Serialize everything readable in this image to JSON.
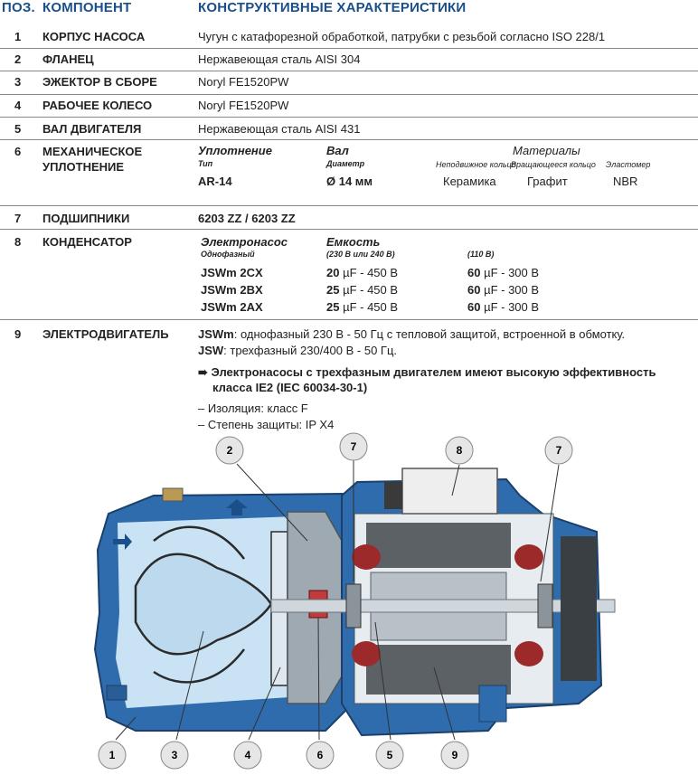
{
  "header": {
    "pos": "ПОЗ.",
    "component": "КОМПОНЕНТ",
    "characteristics": "КОНСТРУКТИВНЫЕ ХАРАКТЕРИСТИКИ"
  },
  "rows": [
    {
      "num": "1",
      "component": "КОРПУС НАСОСА",
      "desc": "Чугун с катафорезной обработкой, патрубки с резьбой согласно ISO 228/1"
    },
    {
      "num": "2",
      "component": "ФЛАНЕЦ",
      "desc": "Нержавеющая сталь AISI 304"
    },
    {
      "num": "3",
      "component": "ЭЖЕКТОР В СБОРЕ",
      "desc": "Noryl FE1520PW"
    },
    {
      "num": "4",
      "component": "РАБОЧЕЕ КОЛЕСО",
      "desc": "Noryl FE1520PW"
    },
    {
      "num": "5",
      "component": "ВАЛ ДВИГАТЕЛЯ",
      "desc": "Нержавеющая сталь AISI 431"
    },
    {
      "num": "6",
      "component_line1": "МЕХАНИЧЕСКОЕ",
      "component_line2": "УПЛОТНЕНИЕ"
    },
    {
      "num": "7",
      "component": "ПОДШИПНИКИ",
      "desc": "6203 ZZ / 6203 ZZ"
    },
    {
      "num": "8",
      "component": "КОНДЕНСАТОР"
    },
    {
      "num": "9",
      "component": "ЭЛЕКТРОДВИГАТЕЛЬ"
    }
  ],
  "seal": {
    "seal_label": "Уплотнение",
    "type_label": "Тип",
    "shaft_label": "Вал",
    "diameter_label": "Диаметр",
    "materials_label": "Материалы",
    "fixed_ring": "Неподвижное кольцо",
    "rotating_ring": "Вращающееся кольцо",
    "elastomer": "Эластомер",
    "type_value": "AR-14",
    "diameter_value": "Ø 14 мм",
    "fixed_value": "Керамика",
    "rotating_value": "Графит",
    "elastomer_value": "NBR"
  },
  "capacitor": {
    "pump_label": "Электронасос",
    "single_phase": "Однофазный",
    "capacity_label": "Емкость",
    "v230_240": "(230 В или 240 В)",
    "v110": "(110 В)",
    "items": [
      {
        "model": "JSWm 2CX",
        "c1_val": "20",
        "c1_unit": " µF - 450 В",
        "c2_val": "60",
        "c2_unit": " µF - 300 В"
      },
      {
        "model": "JSWm 2BX",
        "c1_val": "25",
        "c1_unit": " µF - 450 В",
        "c2_val": "60",
        "c2_unit": " µF - 300 В"
      },
      {
        "model": "JSWm 2AX",
        "c1_val": "25",
        "c1_unit": " µF - 450 В",
        "c2_val": "60",
        "c2_unit": " µF - 300 В"
      }
    ]
  },
  "motor": {
    "jswm_label": "JSWm",
    "jswm_text": ":  однофазный 230 В - 50 Гц с тепловой защитой, встроенной в обмотку.",
    "jsw_label": "JSW",
    "jsw_text": ":    трехфазный 230/400 В - 50 Гц.",
    "arrow": "➠",
    "note_line1": "Электронасосы с трехфазным двигателем имеют высокую эффективность",
    "note_line2": "класса IE2 (IEC 60034-30-1)",
    "insulation": "– Изоляция: класс F",
    "protection": "– Степень защиты: IP X4"
  },
  "callouts": [
    "2",
    "7",
    "8",
    "7",
    "1",
    "3",
    "4",
    "6",
    "5",
    "9"
  ],
  "colors": {
    "accent": "#1a4f8a",
    "pump_blue": "#2f6cae",
    "water": "#c9e3f4"
  }
}
